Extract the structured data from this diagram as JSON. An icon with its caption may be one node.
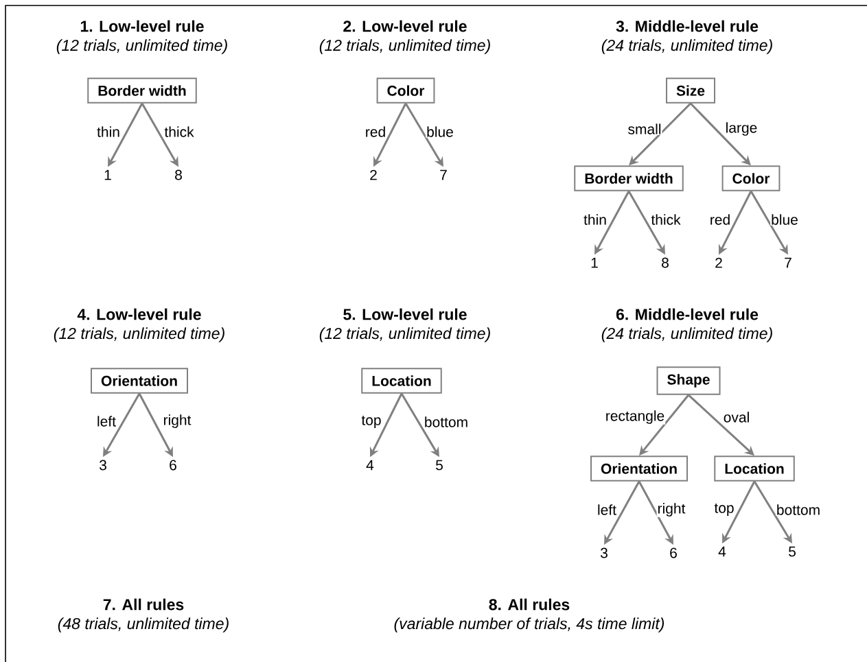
{
  "diagram": {
    "nodes": [
      {
        "text": [
          "Border width"
        ]
      },
      {
        "text": [
          "1"
        ]
      },
      {
        "text": [
          "8"
        ]
      },
      {
        "text": [
          "Color"
        ]
      },
      {
        "text": [
          "2"
        ]
      },
      {
        "text": [
          "7"
        ]
      },
      {
        "text": [
          "Size"
        ]
      },
      {
        "text": [
          "Border width"
        ]
      },
      {
        "text": [
          "Color"
        ]
      },
      {
        "text": [
          "1"
        ]
      },
      {
        "text": [
          "8"
        ]
      },
      {
        "text": [
          "2"
        ]
      },
      {
        "text": [
          "7"
        ]
      },
      {
        "text": [
          "Orientation"
        ]
      },
      {
        "text": [
          "3"
        ]
      },
      {
        "text": [
          "6"
        ]
      },
      {
        "text": [
          "Location"
        ]
      },
      {
        "text": [
          "4"
        ]
      },
      {
        "text": [
          "5"
        ]
      },
      {
        "text": [
          "Shape"
        ]
      },
      {
        "text": [
          "Orientation"
        ]
      },
      {
        "text": [
          "Location"
        ]
      },
      {
        "text": [
          "3"
        ]
      },
      {
        "text": [
          "6"
        ]
      },
      {
        "text": [
          "4"
        ]
      },
      {
        "text": [
          "5"
        ]
      }
    ],
    "edges": [
      {
        "from": 0,
        "to": 1,
        "arrow": "to",
        "label": "thin"
      },
      {
        "from": 0,
        "to": 2,
        "arrow": "to",
        "label": "thick"
      },
      {
        "from": 3,
        "to": 4,
        "arrow": "to",
        "label": "red"
      },
      {
        "from": 3,
        "to": 5,
        "arrow": "to",
        "label": "blue"
      },
      {
        "from": 6,
        "to": 7,
        "arrow": "to",
        "label": "small"
      },
      {
        "from": 6,
        "to": 8,
        "arrow": "to",
        "label": "large"
      },
      {
        "from": 7,
        "to": 9,
        "arrow": "to",
        "label": "thin"
      },
      {
        "from": 7,
        "to": 10,
        "arrow": "to",
        "label": "thick"
      },
      {
        "from": 8,
        "to": 11,
        "arrow": "to",
        "label": "red"
      },
      {
        "from": 8,
        "to": 12,
        "arrow": "to",
        "label": "blue"
      },
      {
        "from": 13,
        "to": 14,
        "arrow": "to",
        "label": "left"
      },
      {
        "from": 13,
        "to": 15,
        "arrow": "to",
        "label": "right"
      },
      {
        "from": 16,
        "to": 17,
        "arrow": "to",
        "label": "top"
      },
      {
        "from": 16,
        "to": 18,
        "arrow": "to",
        "label": "bottom"
      },
      {
        "from": 19,
        "to": 20,
        "arrow": "to",
        "label": "rectangle"
      },
      {
        "from": 19,
        "to": 21,
        "arrow": "to",
        "label": "oval"
      },
      {
        "from": 20,
        "to": 22,
        "arrow": "to",
        "label": "left"
      },
      {
        "from": 20,
        "to": 23,
        "arrow": "to",
        "label": "right"
      },
      {
        "from": 21,
        "to": 24,
        "arrow": "to",
        "label": "top"
      },
      {
        "from": 21,
        "to": 25,
        "arrow": "to",
        "label": "bottom"
      }
    ],
    "labels": [
      "1. Low-level rule",
      "(12 trials, unlimited time)",
      "2. Low-level rule",
      "(12 trials, unlimited time)",
      "3. Middle-level rule",
      "(24 trials, unlimited time)",
      "4. Low-level rule",
      "(12 trials, unlimited time)",
      "5. Low-level rule",
      "(12 trials, unlimited time)",
      "6. Middle-level rule",
      "(24 trials, unlimited time)",
      "7. All rules",
      "(48 trials, unlimited time)",
      "8. All rules",
      "(variable number of trials, 4s time limit)"
    ]
  }
}
